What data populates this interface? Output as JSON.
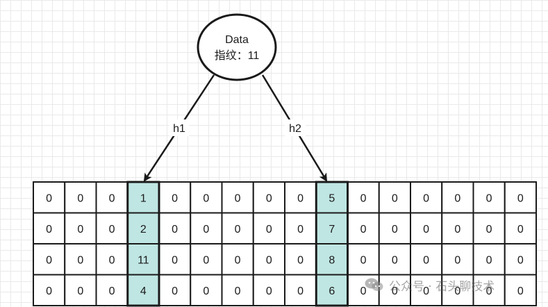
{
  "node": {
    "title": "Data",
    "fingerprint_label": "指纹：11"
  },
  "edges": [
    {
      "label": "h1",
      "target_column": 3
    },
    {
      "label": "h2",
      "target_column": 9
    }
  ],
  "table": {
    "highlighted_columns": [
      3,
      9
    ],
    "rows": [
      [
        "0",
        "0",
        "0",
        "1",
        "0",
        "0",
        "0",
        "0",
        "0",
        "5",
        "0",
        "0",
        "0",
        "0",
        "0",
        "0"
      ],
      [
        "0",
        "0",
        "0",
        "2",
        "0",
        "0",
        "0",
        "0",
        "0",
        "7",
        "0",
        "0",
        "0",
        "0",
        "0",
        "0"
      ],
      [
        "0",
        "0",
        "0",
        "11",
        "0",
        "0",
        "0",
        "0",
        "0",
        "8",
        "0",
        "0",
        "0",
        "0",
        "0",
        "0"
      ],
      [
        "0",
        "0",
        "0",
        "4",
        "0",
        "0",
        "0",
        "0",
        "0",
        "6",
        "0",
        "0",
        "0",
        "0",
        "0",
        "0"
      ]
    ]
  },
  "watermark": {
    "text": "公众号 · 石头聊技术",
    "icon": "wechat-icon"
  },
  "colors": {
    "highlight_fill": "#bfe6e3",
    "stroke": "#1a1a1a",
    "background": "#ffffff"
  }
}
